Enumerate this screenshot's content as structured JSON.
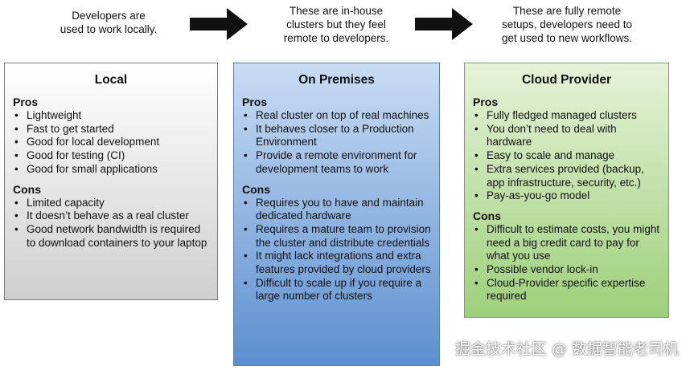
{
  "captions": {
    "local": "Developers are used to work locally.",
    "onprem": "These are in-house clusters but they feel remote to developers.",
    "cloud": "These are fully remote setups, developers need to get used to new workflows."
  },
  "caption_lines": {
    "local": [
      "Developers are",
      "used to work locally."
    ],
    "onprem": [
      "These are in-house",
      "clusters but they feel",
      "remote to developers."
    ],
    "cloud": [
      "These are fully remote",
      "setups, developers need to",
      "get used to new workflows."
    ]
  },
  "columns": [
    {
      "title": "Local",
      "pros_label": "Pros",
      "pros": [
        "Lightweight",
        "Fast to get started",
        "Good for local development",
        "Good for testing (CI)",
        "Good for small applications"
      ],
      "cons_label": "Cons",
      "cons": [
        "Limited capacity",
        "It doesn’t behave as a real cluster",
        "Good network bandwidth is required to download containers to your laptop"
      ]
    },
    {
      "title": "On Premises",
      "pros_label": "Pros",
      "pros": [
        "Real cluster on top of real machines",
        "It behaves closer to a Production Environment",
        "Provide a remote environment for development teams to work"
      ],
      "cons_label": "Cons",
      "cons": [
        "Requires you to have and maintain dedicated hardware",
        "Requires a mature team to provision the cluster and distribute credentials",
        "It might lack integrations and extra features provided by cloud providers",
        "Difficult to scale up if you require a large number of clusters"
      ]
    },
    {
      "title": "Cloud Provider",
      "pros_label": "Pros",
      "pros": [
        "Fully fledged managed clusters",
        "You don’t need to deal with hardware",
        "Easy to scale and manage",
        "Extra services provided (backup, app infrastructure, security, etc.)",
        "Pay-as-you-go model"
      ],
      "cons_label": "Cons",
      "cons": [
        "Difficult to estimate costs, you might need a big credit card to pay for what you use",
        "Possible vendor lock-in",
        "Cloud-Provider specific expertise required"
      ]
    }
  ],
  "watermark": "掘金技术社区 @ 数据智能老司机",
  "colors": {
    "local_box": "#d9d9d9",
    "onprem_box": "#7aa6dc",
    "cloud_box": "#b6dd98",
    "arrow": "#111111"
  }
}
